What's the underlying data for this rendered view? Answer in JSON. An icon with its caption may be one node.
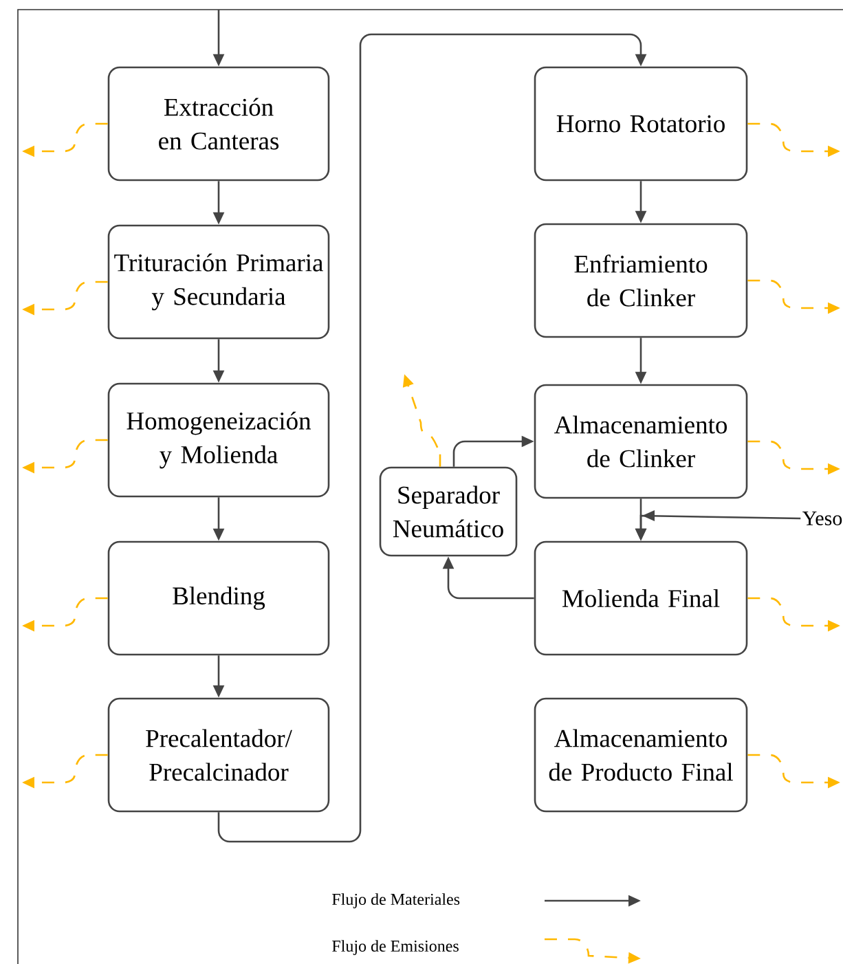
{
  "diagram": {
    "nodes": [
      {
        "text": [
          "Extracción en Canteras"
        ]
      },
      {
        "text": [
          "Trituración Primaria y Secundaria"
        ]
      },
      {
        "text": [
          "Homogeneización y Molienda"
        ]
      },
      {
        "text": [
          "Blending"
        ]
      },
      {
        "text": [
          "Precalentador/ Precalcinador"
        ]
      },
      {
        "text": [
          "Horno Rotatorio"
        ]
      },
      {
        "text": [
          "Enfriamiento de Clinker"
        ]
      },
      {
        "text": [
          "Almacenamiento de Clinker"
        ]
      },
      {
        "text": [
          "Separador Neumático"
        ]
      },
      {
        "text": [
          "Molienda Final"
        ]
      },
      {
        "text": [
          "Almacenamiento de Producto Final"
        ]
      },
      {
        "text": [
          "Yeso"
        ]
      }
    ],
    "edges": [
      {
        "from": null,
        "to": 0,
        "arrow": "to"
      },
      {
        "from": 0,
        "to": 1,
        "arrow": "to"
      },
      {
        "from": 1,
        "to": 2,
        "arrow": "to"
      },
      {
        "from": 2,
        "to": 3,
        "arrow": "to"
      },
      {
        "from": 3,
        "to": 4,
        "arrow": "to"
      },
      {
        "from": 4,
        "to": 5,
        "arrow": "to"
      },
      {
        "from": 5,
        "to": 6,
        "arrow": "to"
      },
      {
        "from": 6,
        "to": 7,
        "arrow": "to"
      },
      {
        "from": 7,
        "to": 9,
        "arrow": "to"
      },
      {
        "from": 11,
        "to": 9,
        "arrow": "to"
      },
      {
        "from": 9,
        "to": 8,
        "arrow": "to"
      },
      {
        "from": 8,
        "to": 7,
        "arrow": "to"
      },
      {
        "from": 0,
        "to": null,
        "arrow": "to",
        "style": "dashed",
        "color": "#ffb800"
      },
      {
        "from": 1,
        "to": null,
        "arrow": "to",
        "style": "dashed",
        "color": "#ffb800"
      },
      {
        "from": 2,
        "to": null,
        "arrow": "to",
        "style": "dashed",
        "color": "#ffb800"
      },
      {
        "from": 3,
        "to": null,
        "arrow": "to",
        "style": "dashed",
        "color": "#ffb800"
      },
      {
        "from": 4,
        "to": null,
        "arrow": "to",
        "style": "dashed",
        "color": "#ffb800"
      },
      {
        "from": 5,
        "to": null,
        "arrow": "to",
        "style": "dashed",
        "color": "#ffb800"
      },
      {
        "from": 6,
        "to": null,
        "arrow": "to",
        "style": "dashed",
        "color": "#ffb800"
      },
      {
        "from": 7,
        "to": null,
        "arrow": "to",
        "style": "dashed",
        "color": "#ffb800"
      },
      {
        "from": 8,
        "to": null,
        "arrow": "to",
        "style": "dashed",
        "color": "#ffb800"
      },
      {
        "from": 9,
        "to": null,
        "arrow": "to",
        "style": "dashed",
        "color": "#ffb800"
      },
      {
        "from": 10,
        "to": null,
        "arrow": "to",
        "style": "dashed",
        "color": "#ffb800"
      }
    ],
    "legend": [
      {
        "text": "Flujo de Materiales"
      },
      {
        "text": "Flujo de Emisiones"
      }
    ]
  }
}
